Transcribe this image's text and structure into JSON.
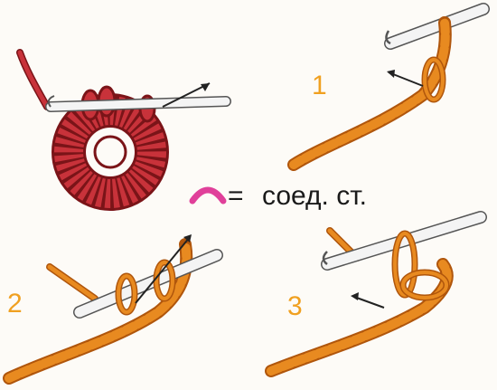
{
  "legend": {
    "symbol_icon": "slip-stitch-arc-icon",
    "symbol_color": "#e0409a",
    "equals": "=",
    "text": "соед. ст."
  },
  "steps": [
    {
      "number": "1",
      "color": "#f0a020"
    },
    {
      "number": "2",
      "color": "#f0a020"
    },
    {
      "number": "3",
      "color": "#f0a020"
    }
  ],
  "colors": {
    "yarn_orange": "#e88a20",
    "yarn_orange_dark": "#b0560c",
    "ring_red": "#c8323a",
    "ring_red_dark": "#7a1418",
    "hook": "#f4f4f4",
    "hook_outline": "#555555"
  }
}
